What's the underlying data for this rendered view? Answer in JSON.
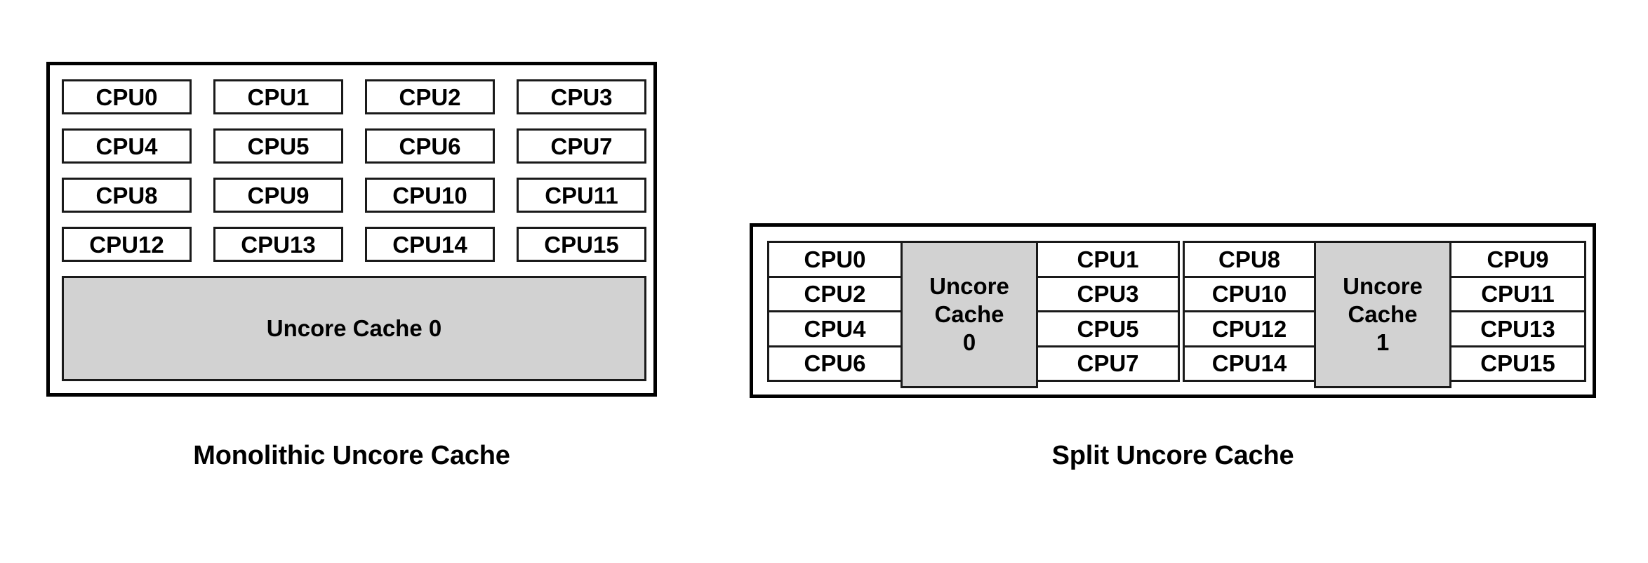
{
  "diagrams": [
    {
      "id": "monolithic",
      "caption": "Monolithic Uncore Cache",
      "cpu_rows": [
        [
          "CPU0",
          "CPU1",
          "CPU2",
          "CPU3"
        ],
        [
          "CPU4",
          "CPU5",
          "CPU6",
          "CPU7"
        ],
        [
          "CPU8",
          "CPU9",
          "CPU10",
          "CPU11"
        ],
        [
          "CPU12",
          "CPU13",
          "CPU14",
          "CPU15"
        ]
      ],
      "uncore_label": "Uncore Cache 0"
    },
    {
      "id": "split",
      "caption": "Split Uncore Cache",
      "clusters": [
        {
          "left_cpus": [
            "CPU0",
            "CPU2",
            "CPU4",
            "CPU6"
          ],
          "uncore_lines": [
            "Uncore",
            "Cache",
            "0"
          ],
          "right_cpus": [
            "CPU1",
            "CPU3",
            "CPU5",
            "CPU7"
          ]
        },
        {
          "left_cpus": [
            "CPU8",
            "CPU10",
            "CPU12",
            "CPU14"
          ],
          "uncore_lines": [
            "Uncore",
            "Cache",
            "1"
          ],
          "right_cpus": [
            "CPU9",
            "CPU11",
            "CPU13",
            "CPU15"
          ]
        }
      ]
    }
  ],
  "colors": {
    "background": "#ffffff",
    "outline": "#000000",
    "cell_outline": "#1a1a1a",
    "uncore_fill": "#d2d2d2",
    "text": "#000000"
  }
}
